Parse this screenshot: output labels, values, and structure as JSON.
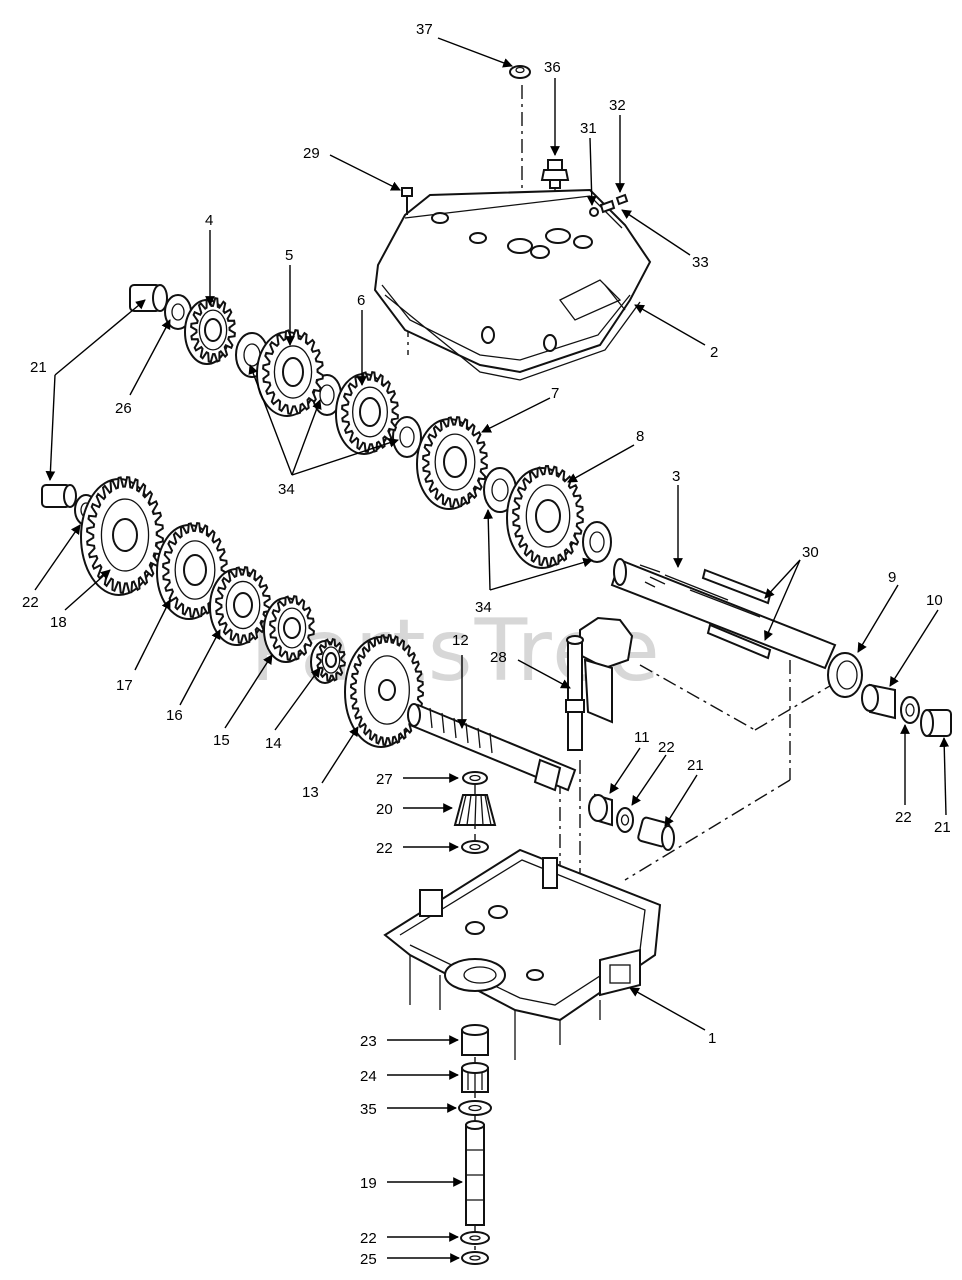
{
  "watermark": "PartsTree",
  "callouts": {
    "c1": "1",
    "c2": "2",
    "c3": "3",
    "c4": "4",
    "c5": "5",
    "c6": "6",
    "c7": "7",
    "c8": "8",
    "c9": "9",
    "c10": "10",
    "c11": "11",
    "c12": "12",
    "c13": "13",
    "c14": "14",
    "c15": "15",
    "c16": "16",
    "c17": "17",
    "c18": "18",
    "c19": "19",
    "c20": "20",
    "c21a": "21",
    "c21b": "21",
    "c21c": "21",
    "c22a": "22",
    "c22b": "22",
    "c22c": "22",
    "c22d": "22",
    "c22e": "22",
    "c23": "23",
    "c24": "24",
    "c25": "25",
    "c26": "26",
    "c27": "27",
    "c28": "28",
    "c29": "29",
    "c30": "30",
    "c31": "31",
    "c32": "32",
    "c33": "33",
    "c34a": "34",
    "c34b": "34",
    "c35": "35",
    "c36": "36",
    "c37": "37"
  },
  "colors": {
    "ink": "#111111",
    "watermark": "#d7d7d7",
    "background": "#ffffff"
  }
}
